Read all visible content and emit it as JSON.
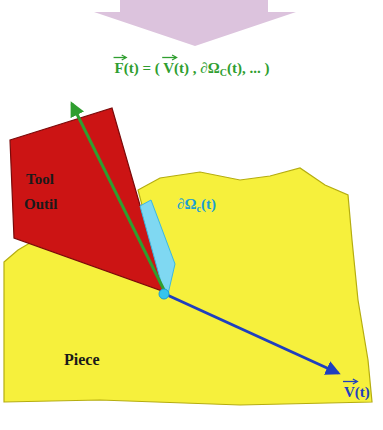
{
  "diagram": {
    "nodes": [
      {
        "text": [
          "Tool",
          "Outil"
        ]
      },
      {
        "text": [
          "Piece"
        ]
      }
    ],
    "labels": [
      "F(t) = ( V(t) , ∂Ω",
      "C",
      "(t), ... )",
      "∂Ω",
      "c",
      "(t)",
      "V(t)"
    ]
  }
}
